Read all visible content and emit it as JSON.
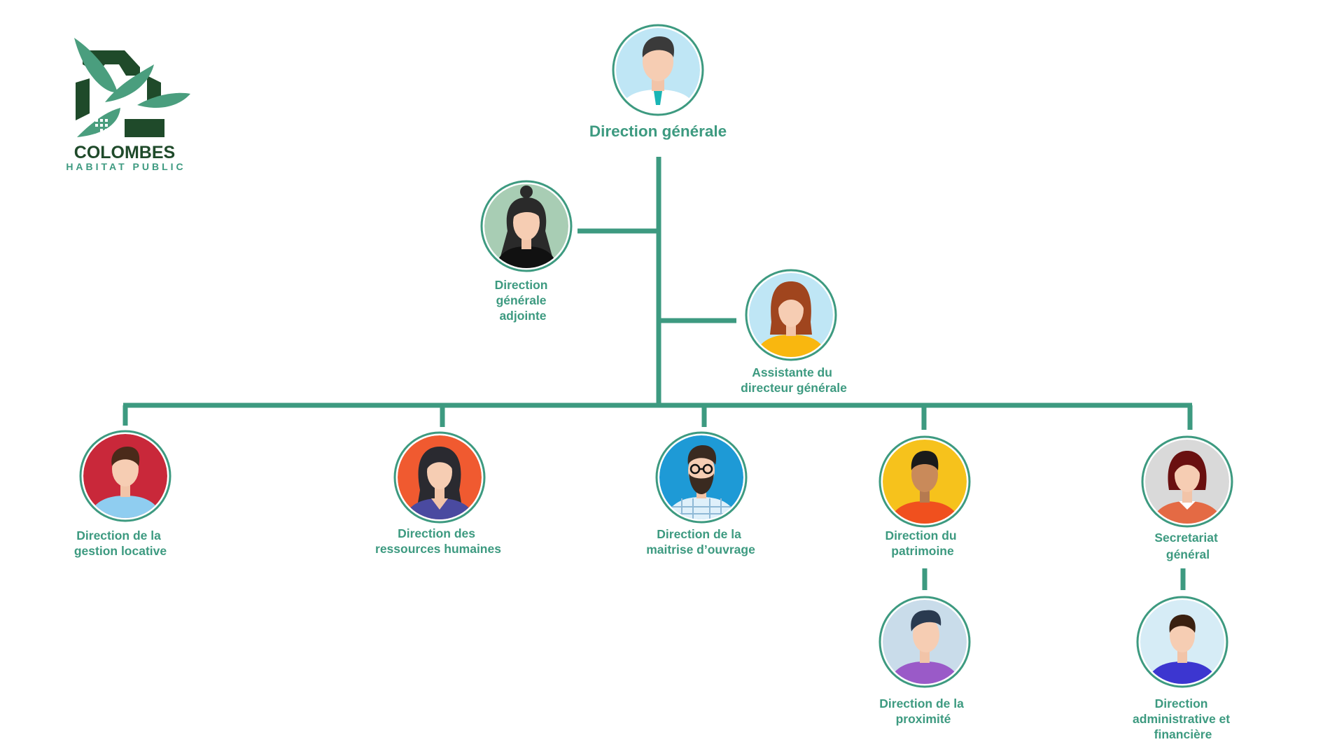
{
  "logo": {
    "name_line1": "COLOMBES",
    "name_line2": "HABITAT PUBLIC",
    "colors": {
      "dark": "#1f4a2a",
      "light": "#4a9e7e"
    }
  },
  "colors": {
    "connector": "#3d9a80",
    "label": "#3d9a80",
    "ring": "#3d9a80"
  },
  "nodes": {
    "dg": {
      "lines": [
        "Direction générale"
      ],
      "avatar": "man-with-tie",
      "bg": "#bfe6f5"
    },
    "dga": {
      "lines": [
        "Direction",
        "générale",
        "adjointe"
      ],
      "avatar": "woman-hair-bun",
      "bg": "#a8cdb4"
    },
    "asst": {
      "lines": [
        "Assistante du",
        "directeur générale"
      ],
      "avatar": "woman-auburn-hair",
      "bg": "#bfe6f5"
    },
    "dgl": {
      "lines": [
        "Direction  de la",
        "gestion locative"
      ],
      "avatar": "man-blue-shirt",
      "bg": "#c9283a"
    },
    "drh": {
      "lines": [
        "Direction  des",
        "ressources humaines"
      ],
      "avatar": "woman-long-hair",
      "bg": "#f05a30"
    },
    "dmo": {
      "lines": [
        "Direction de la",
        "maitrise d’ouvrage"
      ],
      "avatar": "man-beard-glasses",
      "bg": "#1e9ad6"
    },
    "dp": {
      "lines": [
        "Direction du",
        "patrimoine"
      ],
      "avatar": "man-orange-shirt",
      "bg": "#f6c21c"
    },
    "sg": {
      "lines": [
        "Secretariat",
        "général"
      ],
      "avatar": "woman-bob-hair",
      "bg": "#d9d9d9"
    },
    "dprox": {
      "lines": [
        "Direction de la",
        "proximité"
      ],
      "avatar": "man-purple-shirt",
      "bg": "#c9dcea"
    },
    "daf": {
      "lines": [
        "Direction",
        "administrative et",
        "financière"
      ],
      "avatar": "man-indigo-shirt",
      "bg": "#d6ecf6"
    }
  }
}
